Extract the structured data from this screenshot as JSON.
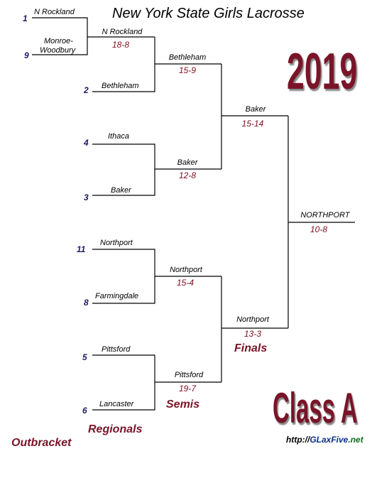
{
  "title": "New York State Girls Lacrosse",
  "year": "2019",
  "class_label": "Class A",
  "url": {
    "prefix": "http://",
    "domain": "GLaxFive",
    "tld": ".net"
  },
  "rounds": {
    "outbracket": "Outbracket",
    "regionals": "Regionals",
    "semis": "Semis",
    "finals": "Finals"
  },
  "seeds": {
    "n_rockland": "1",
    "monroe_woodbury": "9",
    "bethlehem": "2",
    "ithaca": "4",
    "baker": "3",
    "northport": "11",
    "farmingdale": "8",
    "pittsford": "5",
    "lancaster": "6"
  },
  "teams": {
    "n_rockland": "N Rockland",
    "monroe_woodbury_1": "Monroe-",
    "monroe_woodbury_2": "Woodbury",
    "bethlehem": "Bethleham",
    "ithaca": "Ithaca",
    "baker": "Baker",
    "northport": "Northport",
    "farmingdale": "Farmingdale",
    "pittsford": "Pittsford",
    "lancaster": "Lancaster"
  },
  "results": {
    "outbracket": {
      "winner": "N Rockland",
      "score": "18-8"
    },
    "regional_1": {
      "winner": "Bethleham",
      "score": "15-9"
    },
    "regional_2": {
      "winner": "Baker",
      "score": "12-8"
    },
    "regional_3": {
      "winner": "Northport",
      "score": "15-4"
    },
    "regional_4": {
      "winner": "Pittsford",
      "score": "19-7"
    },
    "semi_1": {
      "winner": "Baker",
      "score": "15-14"
    },
    "semi_2": {
      "winner": "Northport",
      "score": "13-3"
    },
    "final": {
      "winner": "NORTHPORT",
      "score": "10-8"
    }
  }
}
